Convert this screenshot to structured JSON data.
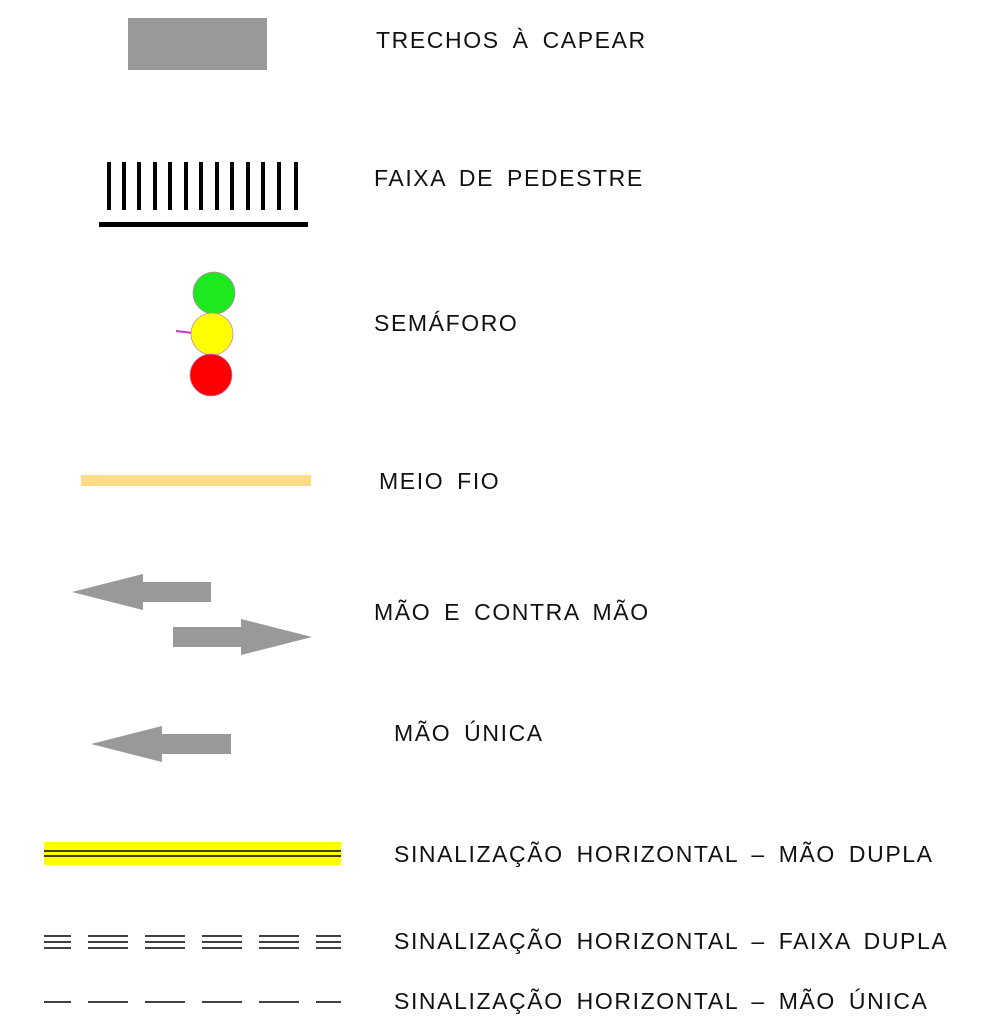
{
  "legend": {
    "items": [
      {
        "label": "TRECHOS À CAPEAR",
        "symbol": "gray-rectangle-icon"
      },
      {
        "label": "FAIXA DE PEDESTRE",
        "symbol": "crosswalk-icon"
      },
      {
        "label": "SEMÁFORO",
        "symbol": "traffic-light-icon"
      },
      {
        "label": "MEIO FIO",
        "symbol": "curb-line-icon"
      },
      {
        "label": "MÃO E CONTRA MÃO",
        "symbol": "two-way-arrows-icon"
      },
      {
        "label": "MÃO ÚNICA",
        "symbol": "one-way-arrow-icon"
      },
      {
        "label": "SINALIZAÇÃO HORIZONTAL – MÃO DUPLA",
        "symbol": "double-line-yellow-icon"
      },
      {
        "label": "SINALIZAÇÃO HORIZONTAL – FAIXA DUPLA",
        "symbol": "triple-dash-icon"
      },
      {
        "label": "SINALIZAÇÃO HORIZONTAL – MÃO ÚNICA",
        "symbol": "single-dash-icon"
      }
    ]
  },
  "colors": {
    "paving_gray": "#999999",
    "arrow_gray": "#999999",
    "crosswalk_black": "#000000",
    "signal_green": "#1ee81e",
    "signal_yellow": "#ffff00",
    "signal_red": "#ff0000",
    "signal_pole": "#cc33cc",
    "curb": "#ffdd88",
    "road_yellow": "#ffff00",
    "marking_black": "#000000"
  }
}
